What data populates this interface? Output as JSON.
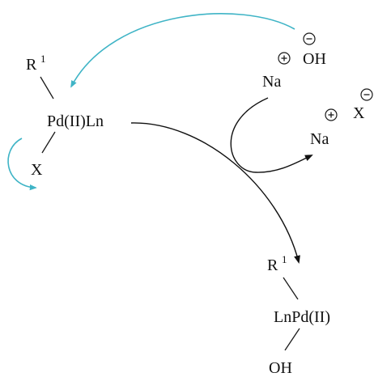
{
  "colors": {
    "ink": "#1a1a1a",
    "teal_arrow": "#3fb4c6"
  },
  "icons": {
    "plus_charge": "circled-plus",
    "minus_charge": "circled-minus"
  },
  "reactant": {
    "r_group": "R",
    "r_superscript": "1",
    "metal": "Pd(II)Ln",
    "halide": "X"
  },
  "hydroxide": {
    "anion": "OH",
    "counter_cation": "Na"
  },
  "byproduct": {
    "cation": "Na",
    "anion": "X"
  },
  "product": {
    "r_group": "R",
    "r_superscript": "1",
    "metal": "LnPd(II)",
    "ligand": "OH"
  }
}
